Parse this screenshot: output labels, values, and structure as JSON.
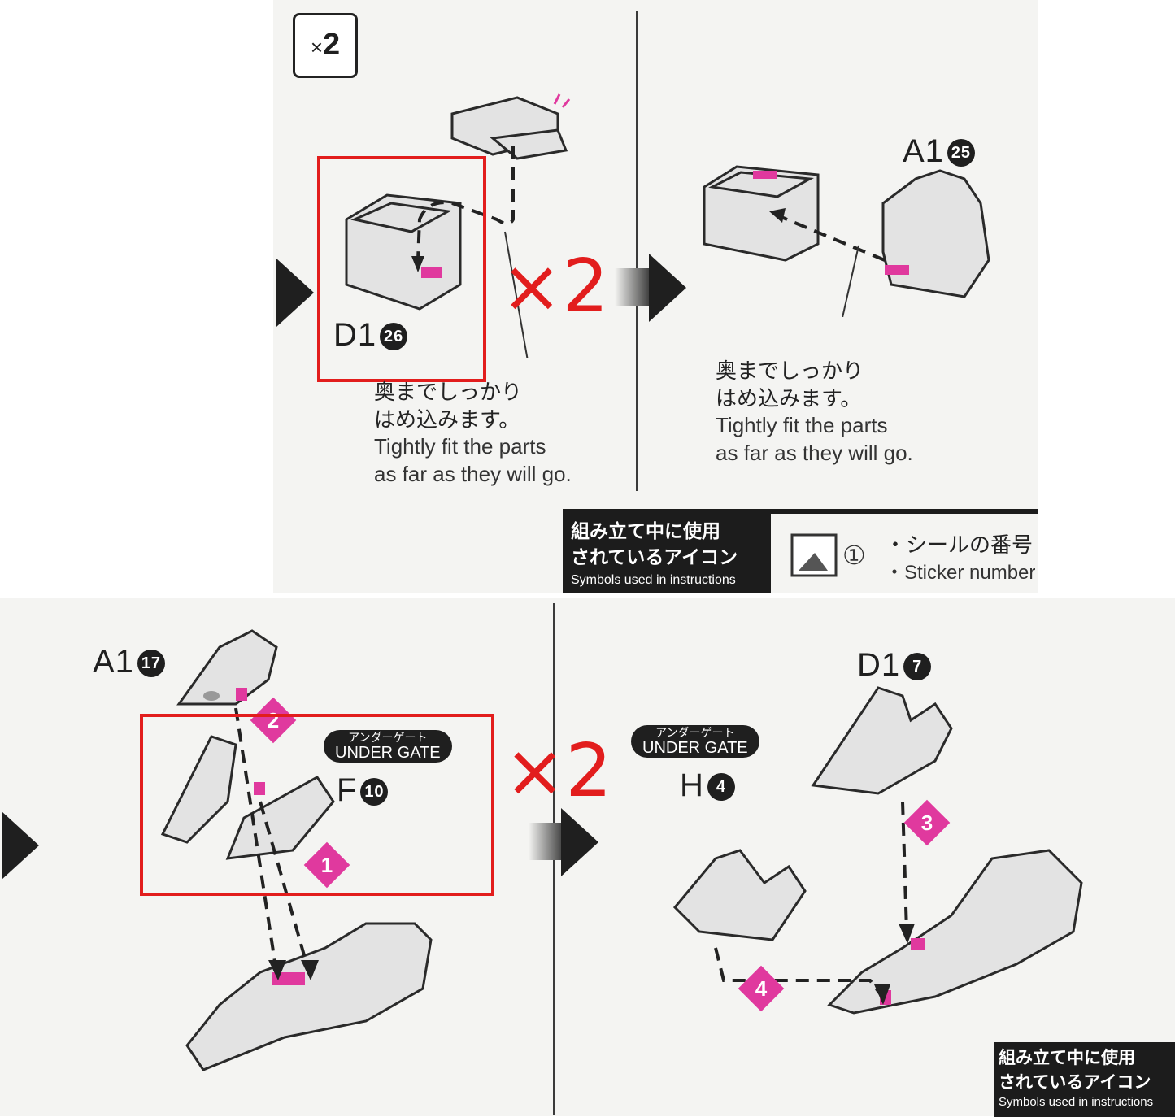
{
  "top": {
    "quantity_badge": {
      "x": "×",
      "n": "2"
    },
    "left_part": {
      "letter": "D1",
      "num": "26"
    },
    "right_part": {
      "letter": "A1",
      "num": "25"
    },
    "note_left": {
      "jp1": "奥までしっかり",
      "jp2": "はめ込みます。",
      "en1": "Tightly fit the parts",
      "en2": "as far as they will go."
    },
    "note_right": {
      "jp1": "奥までしっかり",
      "jp2": "はめ込みます。",
      "en1": "Tightly fit the parts",
      "en2": "as far as they will go."
    },
    "handwritten": "×2",
    "legend": {
      "l1": "組み立て中に使用",
      "l2": "されているアイコン",
      "l3": "Symbols used in instructions"
    },
    "sticker": {
      "num": "①",
      "jp": "・シールの番号",
      "en": "・Sticker number"
    }
  },
  "bottom": {
    "left_part_a": {
      "letter": "A1",
      "num": "17"
    },
    "left_part_f": {
      "letter": "F",
      "num": "10"
    },
    "right_part_d": {
      "letter": "D1",
      "num": "7"
    },
    "right_part_h": {
      "letter": "H",
      "num": "4"
    },
    "under_gate": {
      "jp": "アンダーゲート",
      "en": "UNDER GATE"
    },
    "handwritten": "×2",
    "steps": [
      "1",
      "2",
      "3",
      "4"
    ],
    "legend": {
      "l1": "組み立て中に使用",
      "l2": "されているアイコン",
      "l3": "Symbols used in instructions"
    }
  },
  "colors": {
    "accent_pink": "#e0399e",
    "annotation_red": "#e21d1d",
    "ink": "#1f1f1f"
  }
}
